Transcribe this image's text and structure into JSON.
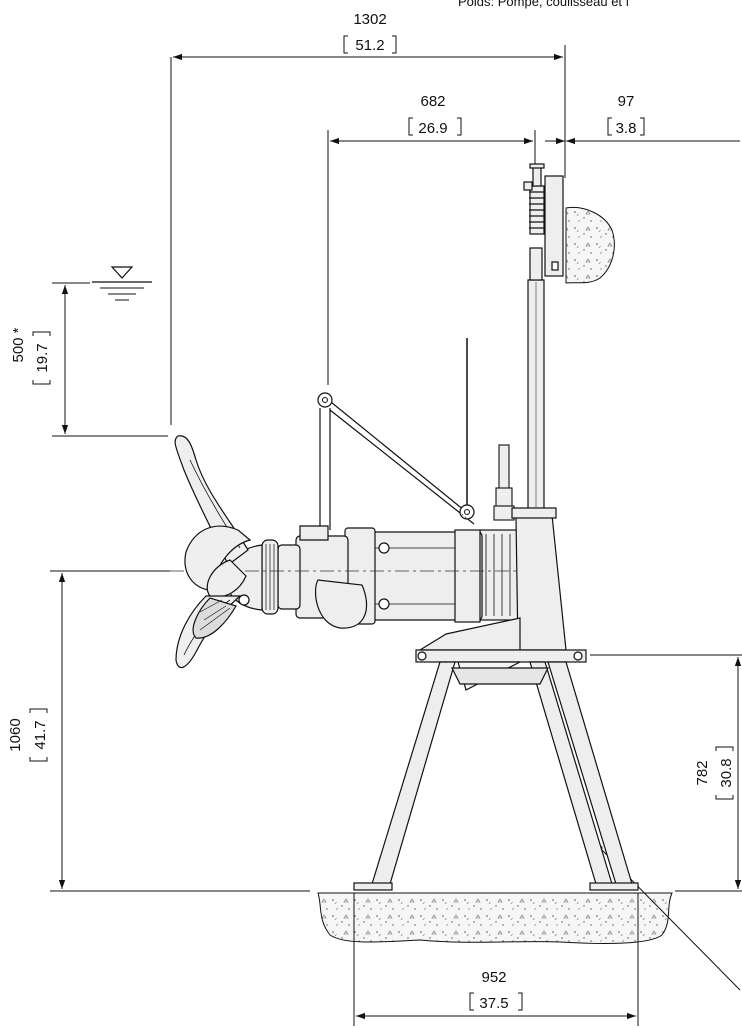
{
  "header_text": "Poids: Pompe, coulisseau et f",
  "dimensions": {
    "overall_width": {
      "mm": "1302",
      "in": "51.2"
    },
    "hoist_to_wall": {
      "mm": "682",
      "in": "26.9"
    },
    "wall_offset": {
      "mm": "97",
      "in": "3.8"
    },
    "submergence": {
      "mm": "500 *",
      "in": "19.7"
    },
    "axis_height": {
      "mm": "1060",
      "in": "41.7"
    },
    "stand_height": {
      "mm": "782",
      "in": "30.8"
    },
    "base_width": {
      "mm": "952",
      "in": "37.5"
    }
  },
  "colors": {
    "line": "#1a1a1a",
    "fill": "#eeeeee",
    "concrete": "#f4f4f4"
  }
}
